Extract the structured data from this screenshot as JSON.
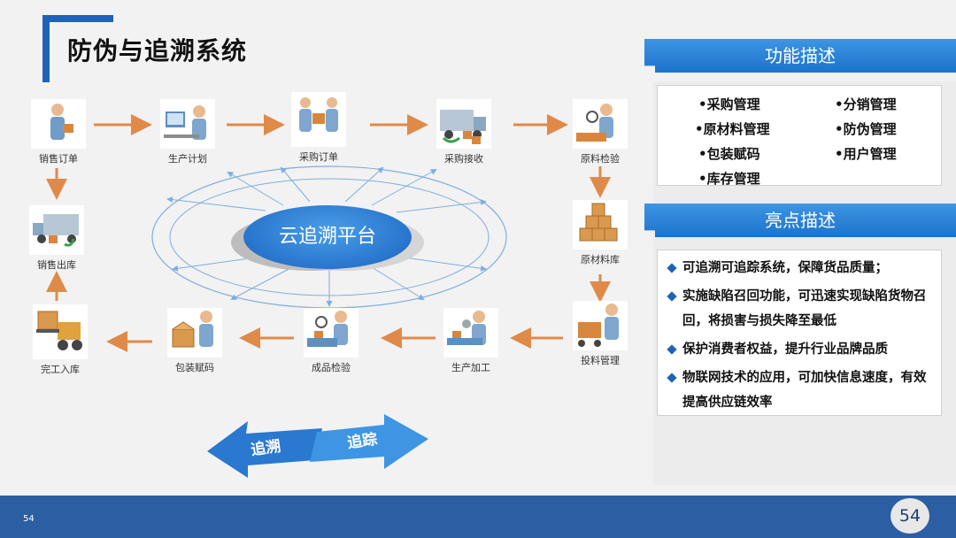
{
  "page": {
    "title": "防伪与追溯系统",
    "page_number": "54"
  },
  "flow": {
    "nodes": [
      {
        "id": "sales-order",
        "label": "销售订单"
      },
      {
        "id": "production-plan",
        "label": "生产计划"
      },
      {
        "id": "purchase-order",
        "label": "采购订单"
      },
      {
        "id": "purchase-receive",
        "label": "采购接收"
      },
      {
        "id": "material-inspection",
        "label": "原料检验"
      },
      {
        "id": "material-warehouse",
        "label": "原材料库"
      },
      {
        "id": "feed-management",
        "label": "投料管理"
      },
      {
        "id": "production-processing",
        "label": "生产加工"
      },
      {
        "id": "product-inspection",
        "label": "成品检验"
      },
      {
        "id": "package-coding",
        "label": "包装赋码"
      },
      {
        "id": "finished-warehousing",
        "label": "完工入库"
      },
      {
        "id": "sales-outbound",
        "label": "销售出库"
      }
    ],
    "platform_label": "云追溯平台",
    "trace_back_label": "追溯",
    "trace_forward_label": "追踪",
    "arrow_color": "#e08a4a",
    "ring_color": "#7eaee0"
  },
  "features": {
    "header": "功能描述",
    "left": [
      "•采购管理",
      "•原材料管理",
      "•包装赋码",
      "•库存管理"
    ],
    "right": [
      "•分销管理",
      "•防伪管理",
      "•用户管理"
    ]
  },
  "highlights": {
    "header": "亮点描述",
    "items": [
      "可追溯可追踪系统，保障货品质量；",
      "实施缺陷召回功能，可迅速实现缺陷货物召回，将损害与损失降至最低",
      "保护消费者权益，提升行业品牌品质",
      "物联网技术的应用，可加快信息速度，有效提高供应链效率"
    ]
  },
  "colors": {
    "brand_blue": "#1f63b6",
    "header_blue": "#2a84d8",
    "footer_blue": "#2c5ea3"
  }
}
